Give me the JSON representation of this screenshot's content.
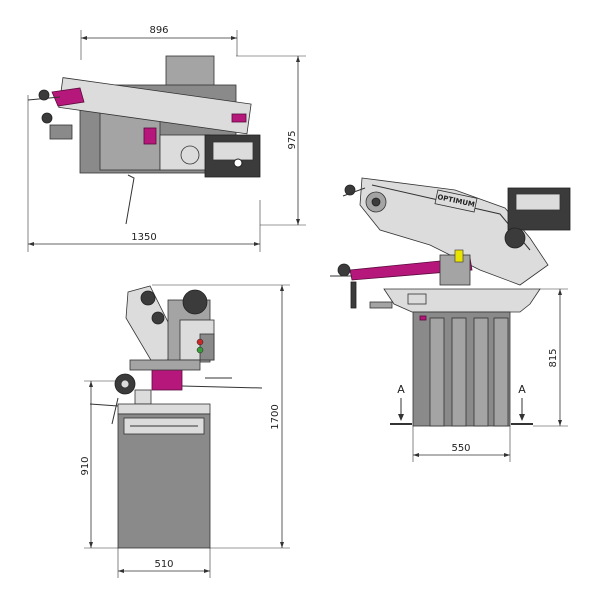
{
  "dimensions": {
    "top_width": "896",
    "top_length": "1350",
    "top_height": "975",
    "front_total_height": "1700",
    "front_base_height": "910",
    "front_base_width": "510",
    "side_base_height": "815",
    "side_base_width": "550"
  },
  "section_markers": {
    "left": "A",
    "right": "A"
  },
  "brand_label": "OPTIMUM",
  "colors": {
    "accent": "#b5177a",
    "body": "#8a8a8a",
    "dark": "#3b3b3b",
    "light": "#dcdcdc"
  }
}
